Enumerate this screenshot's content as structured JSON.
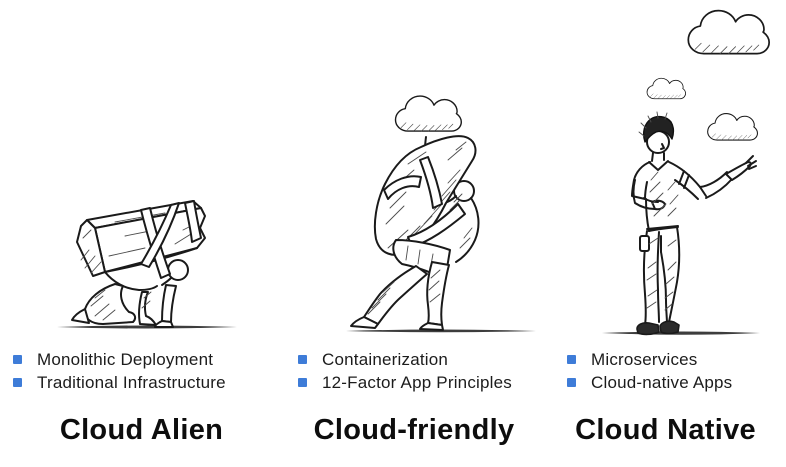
{
  "stages": [
    {
      "id": "cloud-alien",
      "title": "Cloud Alien",
      "bullets": [
        "Monolithic Deployment",
        "Traditional Infrastructure"
      ],
      "illustration": "man-crawling-carrying-heavy-stone-block"
    },
    {
      "id": "cloud-friendly",
      "title": "Cloud-friendly",
      "bullets": [
        "Containerization",
        "12-Factor App Principles"
      ],
      "illustration": "man-walking-carrying-boulder-with-cloud-balloon"
    },
    {
      "id": "cloud-native",
      "title": "Cloud Native",
      "bullets": [
        "Microservices",
        "Cloud-native Apps"
      ],
      "illustration": "man-standing-relaxed-among-clouds"
    }
  ],
  "colors": {
    "bullet_marker": "#3e7cd8",
    "ink": "#1a1a1a",
    "background": "#ffffff"
  }
}
